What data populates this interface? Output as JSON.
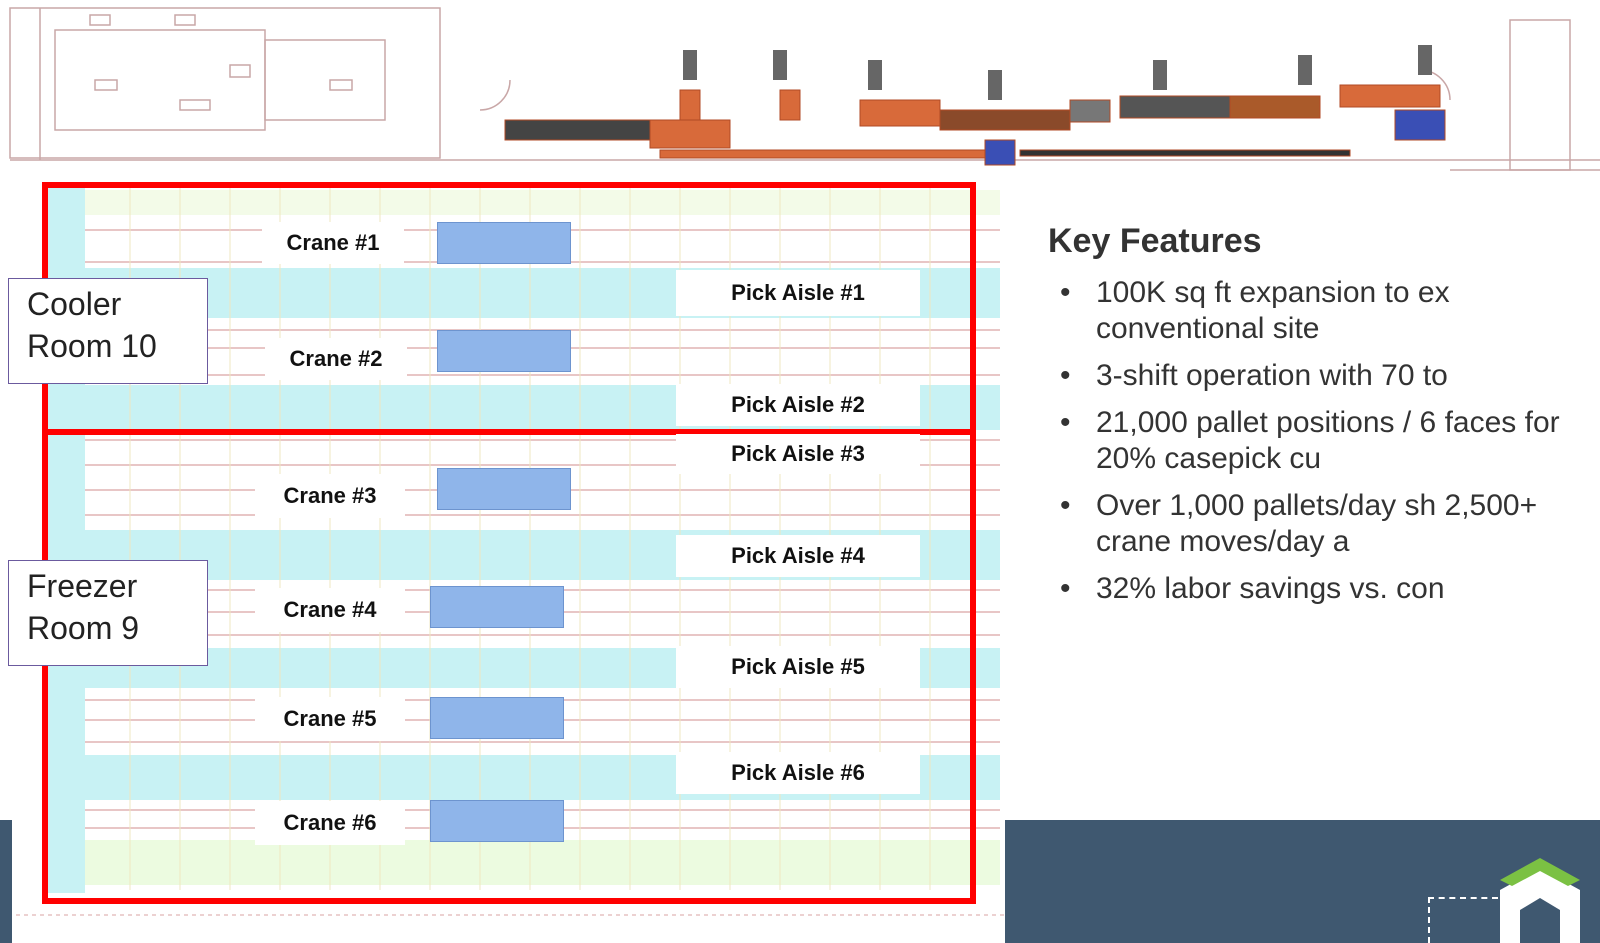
{
  "rooms": {
    "cooler": [
      "Cooler",
      "Room 10"
    ],
    "freezer": [
      "Freezer",
      "Room 9"
    ]
  },
  "cranes": [
    "Crane #1",
    "Crane #2",
    "Crane #3",
    "Crane #4",
    "Crane #5",
    "Crane #6"
  ],
  "pick_aisles": [
    "Pick Aisle #1",
    "Pick Aisle #2",
    "Pick Aisle #3",
    "Pick Aisle #4",
    "Pick Aisle #5",
    "Pick Aisle #6"
  ],
  "key_features": {
    "title": "Key Features",
    "items": [
      "100K sq ft expansion to ex conventional site",
      "3-shift operation with 70 to",
      "21,000 pallet positions / 6 faces for 20% casepick cu",
      "Over 1,000 pallets/day sh 2,500+ crane moves/day a",
      "32% labor savings vs. con"
    ]
  },
  "colors": {
    "zone_border": "#ff0000",
    "aisle_fill": "#c8f2f4",
    "rack_line": "#d9a3a3",
    "crane_fill": "#8fb5ea",
    "footer_band": "#3f5870",
    "logo_green": "#7bc143"
  }
}
